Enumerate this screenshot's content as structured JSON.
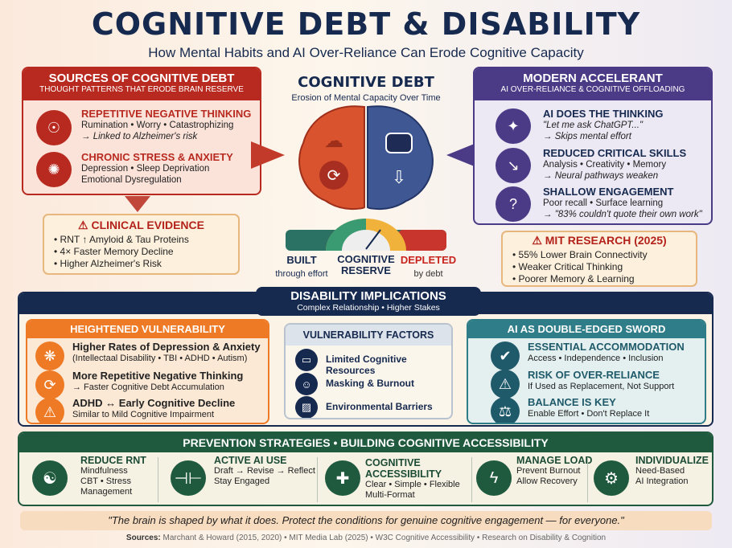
{
  "header": {
    "title": "COGNITIVE DEBT & DISABILITY",
    "subtitle": "How Mental Habits and AI Over-Reliance Can Erode Cognitive Capacity"
  },
  "sources": {
    "title": "SOURCES OF COGNITIVE DEBT",
    "subtitle": "THOUGHT PATTERNS THAT ERODE BRAIN RESERVE",
    "items": [
      {
        "title": "REPETITIVE NEGATIVE THINKING",
        "line1": "Rumination • Worry • Catastrophizing",
        "line2": "→ Linked to Alzheimer's risk",
        "icon": "head-spiral-icon"
      },
      {
        "title": "CHRONIC STRESS & ANXIETY",
        "line1": "Depression • Sleep Deprivation",
        "line2": "Emotional Dysregulation",
        "icon": "stressed-person-icon"
      }
    ]
  },
  "clinical": {
    "title": "CLINICAL EVIDENCE",
    "items": [
      "• RNT ↑ Amyloid & Tau Proteins",
      "• 4× Faster Memory Decline",
      "• Higher Alzheimer's Risk"
    ]
  },
  "center": {
    "title": "COGNITIVE DEBT",
    "subtitle": "Erosion of Mental Capacity Over Time",
    "gauge": {
      "left": "BUILT",
      "left_sub": "through effort",
      "mid1": "COGNITIVE",
      "mid2": "RESERVE",
      "right": "DEPLETED",
      "right_sub": "by debt"
    }
  },
  "accelerant": {
    "title": "MODERN ACCELERANT",
    "subtitle": "AI OVER-RELIANCE & COGNITIVE OFFLOADING",
    "items": [
      {
        "title": "AI DOES THE THINKING",
        "line1": "\"Let me ask ChatGPT...\"",
        "line2": "→ Skips mental effort",
        "icon": "brain-circuit-icon"
      },
      {
        "title": "REDUCED CRITICAL SKILLS",
        "line1": "Analysis • Creativity • Memory",
        "line2": "→ Neural pathways weaken",
        "icon": "declining-chart-icon"
      },
      {
        "title": "SHALLOW ENGAGEMENT",
        "line1": "Poor recall • Surface learning",
        "line2": "→ \"83% couldn't quote their own work\"",
        "icon": "lightbulb-question-icon"
      }
    ]
  },
  "mit": {
    "title": "MIT RESEARCH (2025)",
    "items": [
      "• 55% Lower Brain Connectivity",
      "• Weaker Critical Thinking",
      "• Poorer Memory & Learning"
    ]
  },
  "disability": {
    "title": "DISABILITY IMPLICATIONS",
    "subtitle": "Complex Relationship • Higher Stakes",
    "vulnerability": {
      "title": "HEIGHTENED VULNERABILITY",
      "items": [
        {
          "title": "Higher Rates of Depression & Anxiety",
          "sub": "(Intellectaal Disability • TBI • ADHD • Autism)"
        },
        {
          "title": "More Repetitive Negative Thinking",
          "sub": "→ Faster Cognitive Debt Accumulation"
        },
        {
          "title": "ADHD ↔ Early Cognitive Decline",
          "sub": "Similar to Mild Cognitive Impairment"
        }
      ]
    },
    "factors": {
      "title": "VULNERABILITY FACTORS",
      "items": [
        "Limited Cognitive Resources",
        "Masking & Burnout",
        "Environmental Barriers"
      ]
    },
    "sword": {
      "title": "AI AS DOUBLE-EDGED SWORD",
      "items": [
        {
          "title": "ESSENTIAL ACCOMMODATION",
          "sub": "Access • Independence • Inclusion"
        },
        {
          "title": "RISK OF OVER-RELIANCE",
          "sub": "If Used as Replacement, Not Support"
        },
        {
          "title": "BALANCE IS KEY",
          "sub": "Enable Effort • Don't Replace It"
        }
      ]
    }
  },
  "prevention": {
    "title": "PREVENTION STRATEGIES • BUILDING COGNITIVE ACCESSIBILITY",
    "items": [
      {
        "title": "REDUCE RNT",
        "lines": [
          "Mindfulness",
          "CBT • Stress",
          "Management"
        ]
      },
      {
        "title": "ACTIVE AI USE",
        "lines": [
          "Draft → Revise → Reflect",
          "Stay Engaged"
        ]
      },
      {
        "title": "COGNITIVE ACCESSIBILITY",
        "lines": [
          "Clear • Simple • Flexible",
          "Multi-Format"
        ]
      },
      {
        "title": "MANAGE LOAD",
        "lines": [
          "Prevent Burnout",
          "Allow Recovery"
        ]
      },
      {
        "title": "INDIVIDUALIZE",
        "lines": [
          "Need-Based",
          "AI Integration"
        ]
      }
    ]
  },
  "quote": "\"The brain is shaped by what it does. Protect the conditions for genuine cognitive engagement — for everyone.\"",
  "footer": {
    "label": "Sources:",
    "text": "Marchant & Howard (2015, 2020) • MIT Media Lab (2025) • W3C Cognitive Accessibility • Research on Disability & Cognition"
  },
  "colors": {
    "red": "#b82a20",
    "purple": "#4b3a86",
    "navy": "#16294f",
    "orange": "#ef7a25",
    "teal": "#2f7d88",
    "green": "#1f5a3e"
  }
}
